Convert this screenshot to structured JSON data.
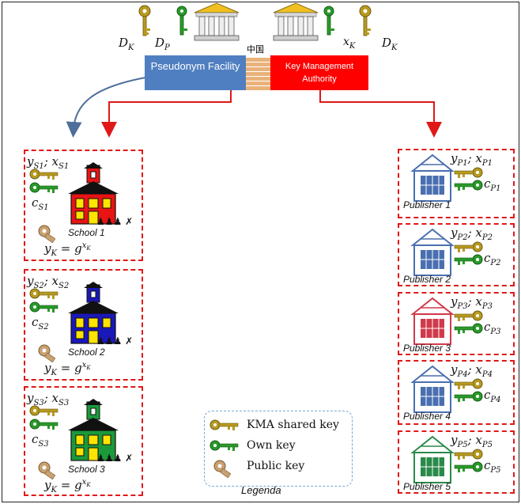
{
  "top": {
    "pseudonym_facility": "Pseudonym Facility",
    "kma": "Key Management Authority",
    "brick_label": "中国",
    "left_keys": {
      "dk": "D",
      "dk_sub": "K",
      "dp": "D",
      "dp_sub": "P"
    },
    "right_keys": {
      "xk": "x",
      "xk_sub": "K",
      "dk": "D",
      "dk_sub": "K"
    }
  },
  "schools": [
    {
      "label": "School 1",
      "ys": "y",
      "ys_sub": "S1",
      "xs": "x",
      "xs_sub": "S1",
      "cs": "c",
      "cs_sub": "S1",
      "yk": "y",
      "yk_sub": "K",
      "eq": "=",
      "g": "g",
      "exp": "x",
      "exp_sub": "K",
      "color": "#e81414"
    },
    {
      "label": "School 2",
      "ys": "y",
      "ys_sub": "S2",
      "xs": "x",
      "xs_sub": "S2",
      "cs": "c",
      "cs_sub": "S2",
      "yk": "y",
      "yk_sub": "K",
      "eq": "=",
      "g": "g",
      "exp": "x",
      "exp_sub": "K",
      "color": "#1a18b8"
    },
    {
      "label": "School 3",
      "ys": "y",
      "ys_sub": "S3",
      "xs": "x",
      "xs_sub": "S3",
      "cs": "c",
      "cs_sub": "S3",
      "yk": "y",
      "yk_sub": "K",
      "eq": "=",
      "g": "g",
      "exp": "x",
      "exp_sub": "K",
      "color": "#1a9a3a"
    }
  ],
  "publishers": [
    {
      "label": "Publisher 1",
      "yp": "y",
      "yp_sub": "P1",
      "xp": "x",
      "xp_sub": "P1",
      "cp": "c",
      "cp_sub": "P1",
      "color": "#4a6fb0"
    },
    {
      "label": "Publisher 2",
      "yp": "y",
      "yp_sub": "P2",
      "xp": "x",
      "xp_sub": "P2",
      "cp": "c",
      "cp_sub": "P2",
      "color": "#4a6fb0"
    },
    {
      "label": "Publisher 3",
      "yp": "y",
      "yp_sub": "P3",
      "xp": "x",
      "xp_sub": "P3",
      "cp": "c",
      "cp_sub": "P3",
      "color": "#d03a4a"
    },
    {
      "label": "Publisher 4",
      "yp": "y",
      "yp_sub": "P4",
      "xp": "x",
      "xp_sub": "P4",
      "cp": "c",
      "cp_sub": "P4",
      "color": "#4a6fb0"
    },
    {
      "label": "Publisher 5",
      "yp": "y",
      "yp_sub": "P5",
      "xp": "x",
      "xp_sub": "P5",
      "cp": "c",
      "cp_sub": "P5",
      "color": "#2a8a4a"
    }
  ],
  "legend": {
    "title": "Legenda",
    "items": [
      "KMA shared key",
      "Own key",
      "Public key"
    ]
  },
  "colors": {
    "kma_key": "#b89a20",
    "own_key": "#2a9a2a",
    "public_key": "#c9a070",
    "arrow_red": "#e01818",
    "arrow_blue": "#4f6f9a"
  }
}
